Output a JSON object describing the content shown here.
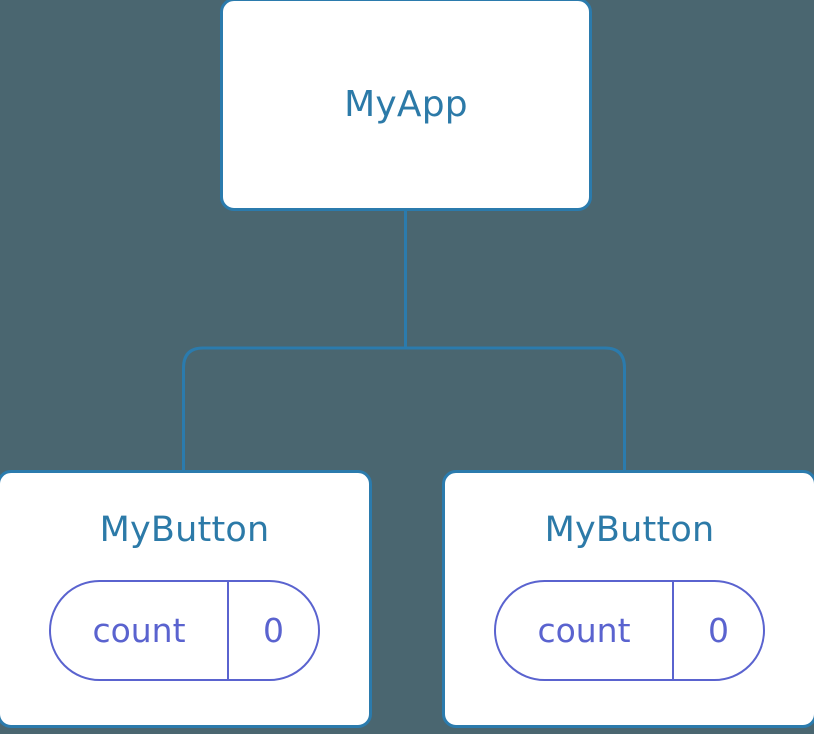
{
  "diagram": {
    "type": "component-tree",
    "background_color": "#4a6670",
    "node_border_color": "#2b7bad",
    "node_title_color": "#2c7aa8",
    "pill_color": "#5a63cf",
    "connector_color": "#2b7bad"
  },
  "root": {
    "title": "MyApp"
  },
  "children": [
    {
      "title": "MyButton",
      "state": {
        "key": "count",
        "value": "0"
      }
    },
    {
      "title": "MyButton",
      "state": {
        "key": "count",
        "value": "0"
      }
    }
  ]
}
